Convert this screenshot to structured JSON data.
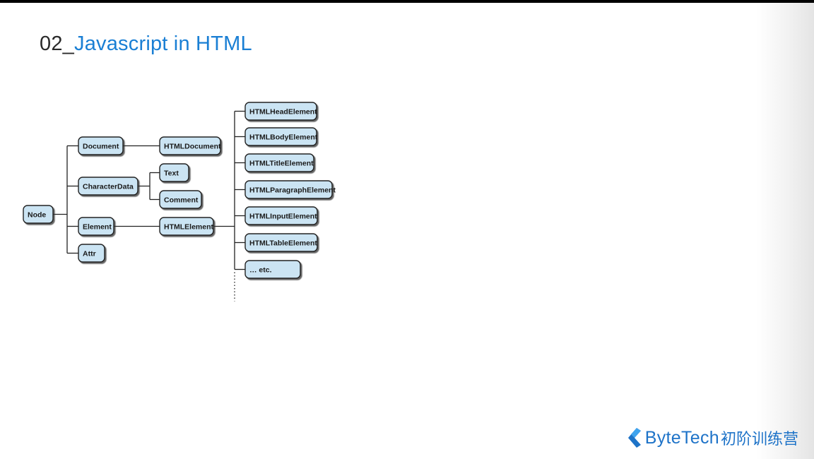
{
  "slide": {
    "number": "02_",
    "title": "Javascript in HTML"
  },
  "diagram": {
    "nodes": [
      {
        "id": "node",
        "label": "Node"
      },
      {
        "id": "document",
        "label": "Document"
      },
      {
        "id": "characterdata",
        "label": "CharacterData"
      },
      {
        "id": "element",
        "label": "Element"
      },
      {
        "id": "attr",
        "label": "Attr"
      },
      {
        "id": "htmldocument",
        "label": "HTMLDocument"
      },
      {
        "id": "text",
        "label": "Text"
      },
      {
        "id": "comment",
        "label": "Comment"
      },
      {
        "id": "htmlelement",
        "label": "HTMLElement"
      },
      {
        "id": "htmlheadelement",
        "label": "HTMLHeadElement"
      },
      {
        "id": "htmlbodyelement",
        "label": "HTMLBodyElement"
      },
      {
        "id": "htmltitleelement",
        "label": "HTMLTitleElement"
      },
      {
        "id": "htmlparagraphelement",
        "label": "HTMLParagraphElement"
      },
      {
        "id": "htmlinputelement",
        "label": "HTMLInputElement"
      },
      {
        "id": "htmltableelement",
        "label": "HTMLTableElement"
      },
      {
        "id": "etc",
        "label": "… etc."
      }
    ],
    "edges": [
      [
        "node",
        "document"
      ],
      [
        "node",
        "characterdata"
      ],
      [
        "node",
        "element"
      ],
      [
        "node",
        "attr"
      ],
      [
        "document",
        "htmldocument"
      ],
      [
        "characterdata",
        "text"
      ],
      [
        "characterdata",
        "comment"
      ],
      [
        "element",
        "htmlelement"
      ],
      [
        "htmlelement",
        "htmlheadelement"
      ],
      [
        "htmlelement",
        "htmlbodyelement"
      ],
      [
        "htmlelement",
        "htmltitleelement"
      ],
      [
        "htmlelement",
        "htmlparagraphelement"
      ],
      [
        "htmlelement",
        "htmlinputelement"
      ],
      [
        "htmlelement",
        "htmltableelement"
      ],
      [
        "htmlelement",
        "etc"
      ]
    ]
  },
  "brand": {
    "name": "ByteTech",
    "subtitle": "初阶训练营",
    "accent_color": "#1e73c8"
  }
}
